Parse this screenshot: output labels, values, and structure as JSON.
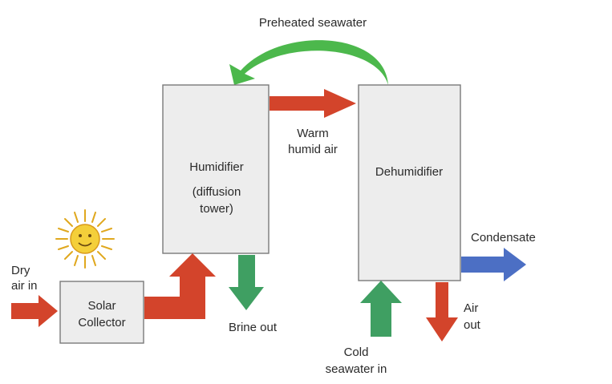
{
  "title": "Preheated seawater",
  "colors": {
    "warm_arrow": "#d3442b",
    "preheat_arrow": "#4cb84c",
    "brine_arrow": "#3f9f62",
    "seawater_arrow": "#3f9f62",
    "condensate_arrow": "#4c6fc4",
    "sun": "#f4cf3a",
    "box_fill": "#ededed",
    "box_stroke": "#7a7a7a"
  },
  "icons": [
    "sun-icon"
  ],
  "components": {
    "humidifier": {
      "line1": "Humidifier",
      "line2": "(diffusion",
      "line3": "tower)"
    },
    "dehumidifier": {
      "label": "Dehumidifier"
    },
    "solar_collector": {
      "line1": "Solar",
      "line2": "Collector"
    }
  },
  "flows": {
    "warm_air": {
      "line1": "Warm",
      "line2": "humid air"
    },
    "brine": {
      "label": "Brine out"
    },
    "condensate": {
      "label": "Condensate"
    },
    "dry_air": {
      "line1": "Dry",
      "line2": "air in"
    },
    "air_out": {
      "line1": "Air",
      "line2": "out"
    },
    "cold_seawater": {
      "line1": "Cold",
      "line2": "seawater in"
    }
  }
}
